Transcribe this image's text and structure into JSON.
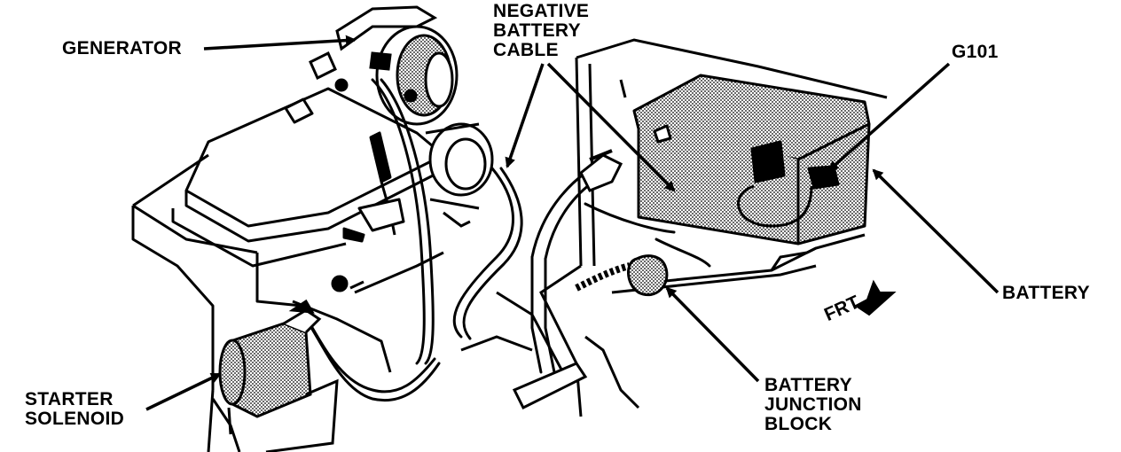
{
  "callouts": {
    "generator": {
      "lines": [
        "GENERATOR"
      ]
    },
    "negative_battery_cable": {
      "lines": [
        "NEGATIVE",
        "BATTERY",
        "CABLE"
      ]
    },
    "g101": {
      "lines": [
        "G101"
      ]
    },
    "battery": {
      "lines": [
        "BATTERY"
      ]
    },
    "starter_solenoid": {
      "lines": [
        "STARTER",
        "SOLENOID"
      ]
    },
    "battery_junction_block": {
      "lines": [
        "BATTERY",
        "JUNCTION",
        "BLOCK"
      ]
    }
  },
  "direction_marker": {
    "label": "FRT"
  },
  "colors": {
    "ink": "#000000",
    "paper": "#ffffff",
    "shade": "#9a9a9a"
  }
}
